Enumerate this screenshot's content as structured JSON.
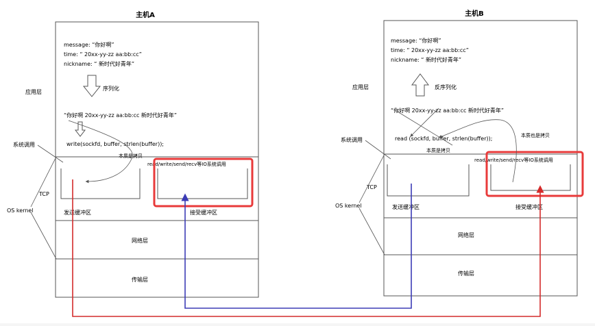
{
  "hostA": {
    "title": "主机A",
    "message": "message:   “你好啊”",
    "time": "time:          “ 20xx-yy-zz aa:bb:cc”",
    "nickname": "nickname:  “ 新时代好青年”",
    "serialize": "序列化",
    "buffer_text": "“你好啊 20xx-yy-zz aa:bb:cc 新时代好青年”",
    "write_call": "write(sockfd, buffer, strlen(buffer));",
    "copy_note": "本质是拷贝",
    "io_note": "read/write/send/recv等IO系统调用",
    "app_layer": "应用层",
    "syscall": "系统调用",
    "tcp": "TCP",
    "os_kernel": "OS kernel",
    "send_buffer": "发送缓冲区",
    "recv_buffer": "接受缓冲区",
    "network_layer": "网络层",
    "transport_layer": "传输层"
  },
  "hostB": {
    "title": "主机B",
    "message": "message:   “你好啊”",
    "time": "time:          “ 20xx-yy-zz aa:bb:cc”",
    "nickname": "nickname:  “ 新时代好青年”",
    "deserialize": "反序列化",
    "buffer_text": "“你好啊 20xx-yy-zz aa:bb:cc 新时代好青年”",
    "read_call": "read (sockfd, buffer, strlen(buffer));",
    "copy_note_top": "本质也是拷贝",
    "copy_note": "本质是拷贝",
    "io_note": "read/write/send/recv等IO系统调用",
    "app_layer": "应用层",
    "syscall": "系统调用",
    "tcp": "TCP",
    "os_kernel": "OS kernel",
    "send_buffer": "发送缓冲区",
    "recv_buffer": "接受缓冲区",
    "network_layer": "网络层",
    "transport_layer": "传输层"
  },
  "colors": {
    "highlight": "#e83a3a",
    "blue_path": "#3b3bb5",
    "red_path": "#d42a2a",
    "line": "#555555"
  }
}
